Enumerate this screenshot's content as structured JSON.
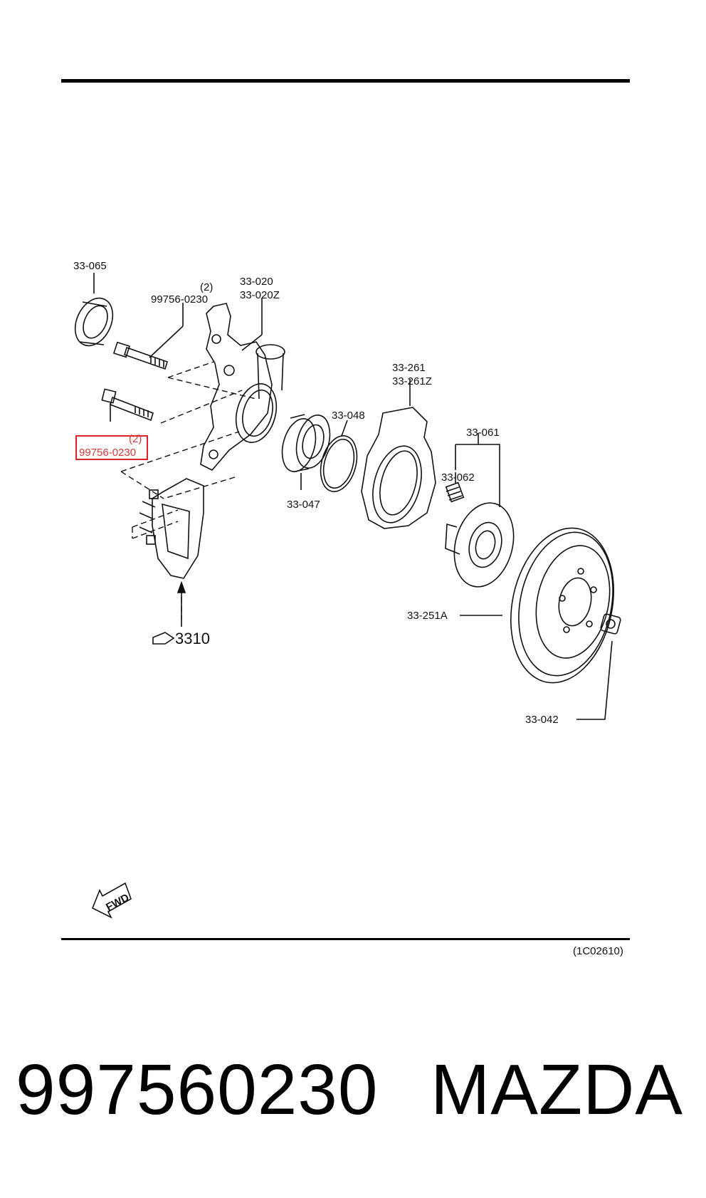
{
  "diagram": {
    "labels": {
      "p33065": "33-065",
      "qty_top": "(2)",
      "bolt_top": "99756-0230",
      "p33020": "33-020",
      "p33020z": "33-020Z",
      "p33261": "33-261",
      "p33261z": "33-261Z",
      "p33048": "33-048",
      "p33061": "33-061",
      "p33062": "33-062",
      "qty_mid": "(2)",
      "bolt_mid": "99756-0230",
      "p33047": "33-047",
      "p33251a": "33-251A",
      "p3310": "3310",
      "p33042": "33-042",
      "fwd": "FWD",
      "ref_code": "(1C02610)"
    },
    "highlight_color": "#e0202a"
  },
  "footer": {
    "part_number": "997560230",
    "brand": "MAZDA"
  }
}
